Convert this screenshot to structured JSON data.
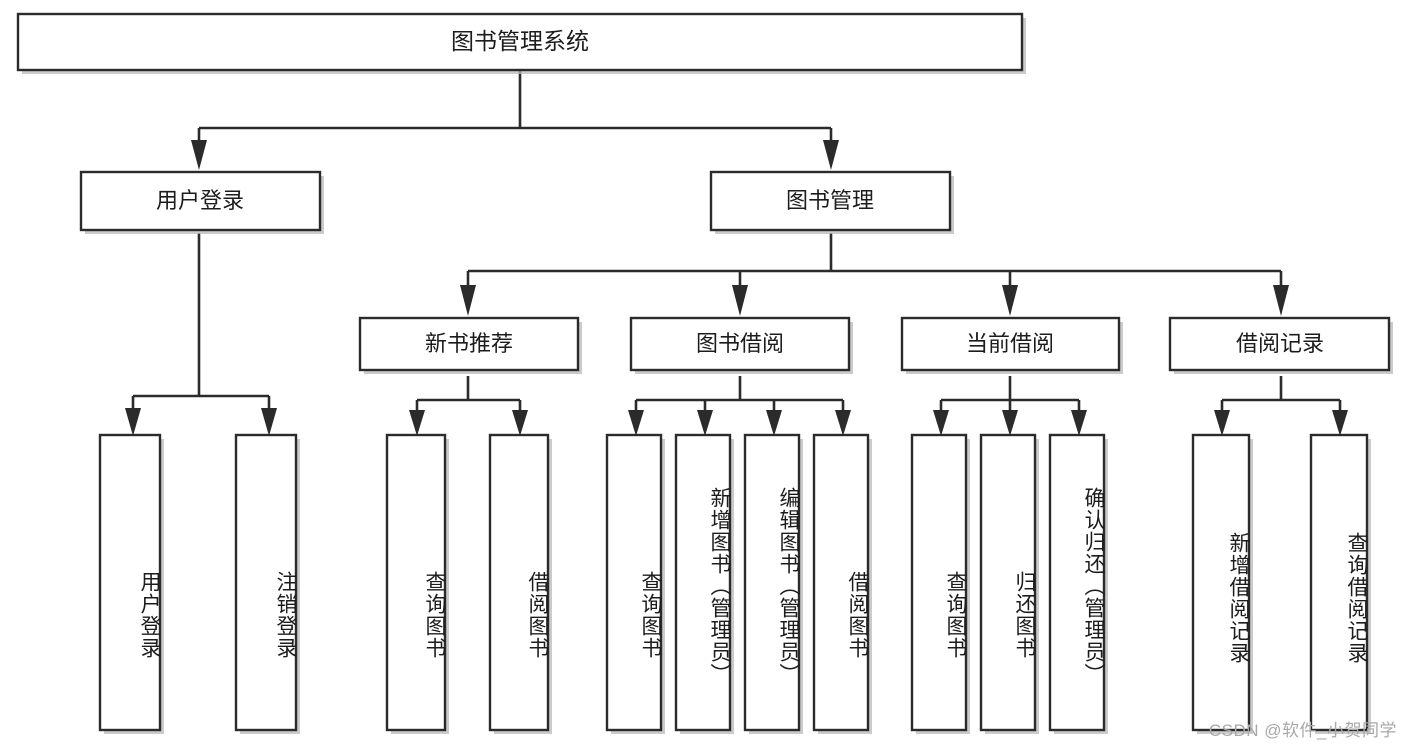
{
  "diagram": {
    "title": "图书管理系统",
    "type": "tree",
    "orientation": "top-down",
    "watermark": "CSDN @软件_小贺同学",
    "colors": {
      "box_fill": "#ffffff",
      "box_stroke": "#2b2b2b",
      "text": "#1c1c1c",
      "shadow": "#b9b9b9",
      "watermark": "#a8a8a8",
      "background": "#ffffff"
    },
    "root": {
      "id": "root",
      "label": "图书管理系统"
    },
    "level2": [
      {
        "id": "user-login",
        "label": "用户登录"
      },
      {
        "id": "book-management",
        "label": "图书管理"
      }
    ],
    "level3": [
      {
        "id": "new-book-recommend",
        "label": "新书推荐",
        "parent": "book-management"
      },
      {
        "id": "book-borrow",
        "label": "图书借阅",
        "parent": "book-management"
      },
      {
        "id": "current-borrow",
        "label": "当前借阅",
        "parent": "book-management"
      },
      {
        "id": "borrow-record",
        "label": "借阅记录",
        "parent": "book-management"
      }
    ],
    "leaves": [
      {
        "id": "leaf-user-login",
        "label": "用户登录",
        "parent": "user-login"
      },
      {
        "id": "leaf-logout-login",
        "label": "注销登录",
        "parent": "user-login"
      },
      {
        "id": "leaf-query-book-1",
        "label": "查询图书",
        "parent": "new-book-recommend"
      },
      {
        "id": "leaf-borrow-book-1",
        "label": "借阅图书",
        "parent": "new-book-recommend"
      },
      {
        "id": "leaf-query-book-2",
        "label": "查询图书",
        "parent": "book-borrow"
      },
      {
        "id": "leaf-add-book",
        "label": "新增图书（管理员）",
        "parent": "book-borrow"
      },
      {
        "id": "leaf-edit-book",
        "label": "编辑图书（管理员）",
        "parent": "book-borrow"
      },
      {
        "id": "leaf-borrow-book-2",
        "label": "借阅图书",
        "parent": "book-borrow"
      },
      {
        "id": "leaf-query-book-3",
        "label": "查询图书",
        "parent": "current-borrow"
      },
      {
        "id": "leaf-return-book",
        "label": "归还图书",
        "parent": "current-borrow"
      },
      {
        "id": "leaf-confirm-return",
        "label": "确认归还（管理员）",
        "parent": "current-borrow"
      },
      {
        "id": "leaf-add-record",
        "label": "新增借阅记录",
        "parent": "borrow-record"
      },
      {
        "id": "leaf-query-record",
        "label": "查询借阅记录",
        "parent": "borrow-record"
      }
    ]
  }
}
